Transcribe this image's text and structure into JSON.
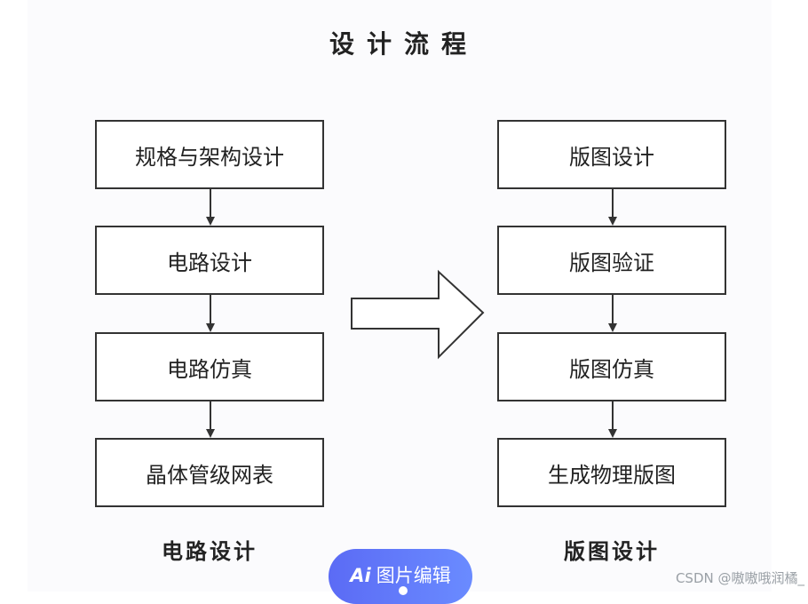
{
  "title": "设计流程",
  "left_column": {
    "steps": [
      "规格与架构设计",
      "电路设计",
      "电路仿真",
      "晶体管级网表"
    ],
    "caption": "电路设计"
  },
  "right_column": {
    "steps": [
      "版图设计",
      "版图验证",
      "版图仿真",
      "生成物理版图"
    ],
    "caption": "版图设计"
  },
  "edit_button": {
    "icon": "Ai",
    "label": "图片编辑"
  },
  "watermark": "CSDN @嗷嗷哦润橘_"
}
